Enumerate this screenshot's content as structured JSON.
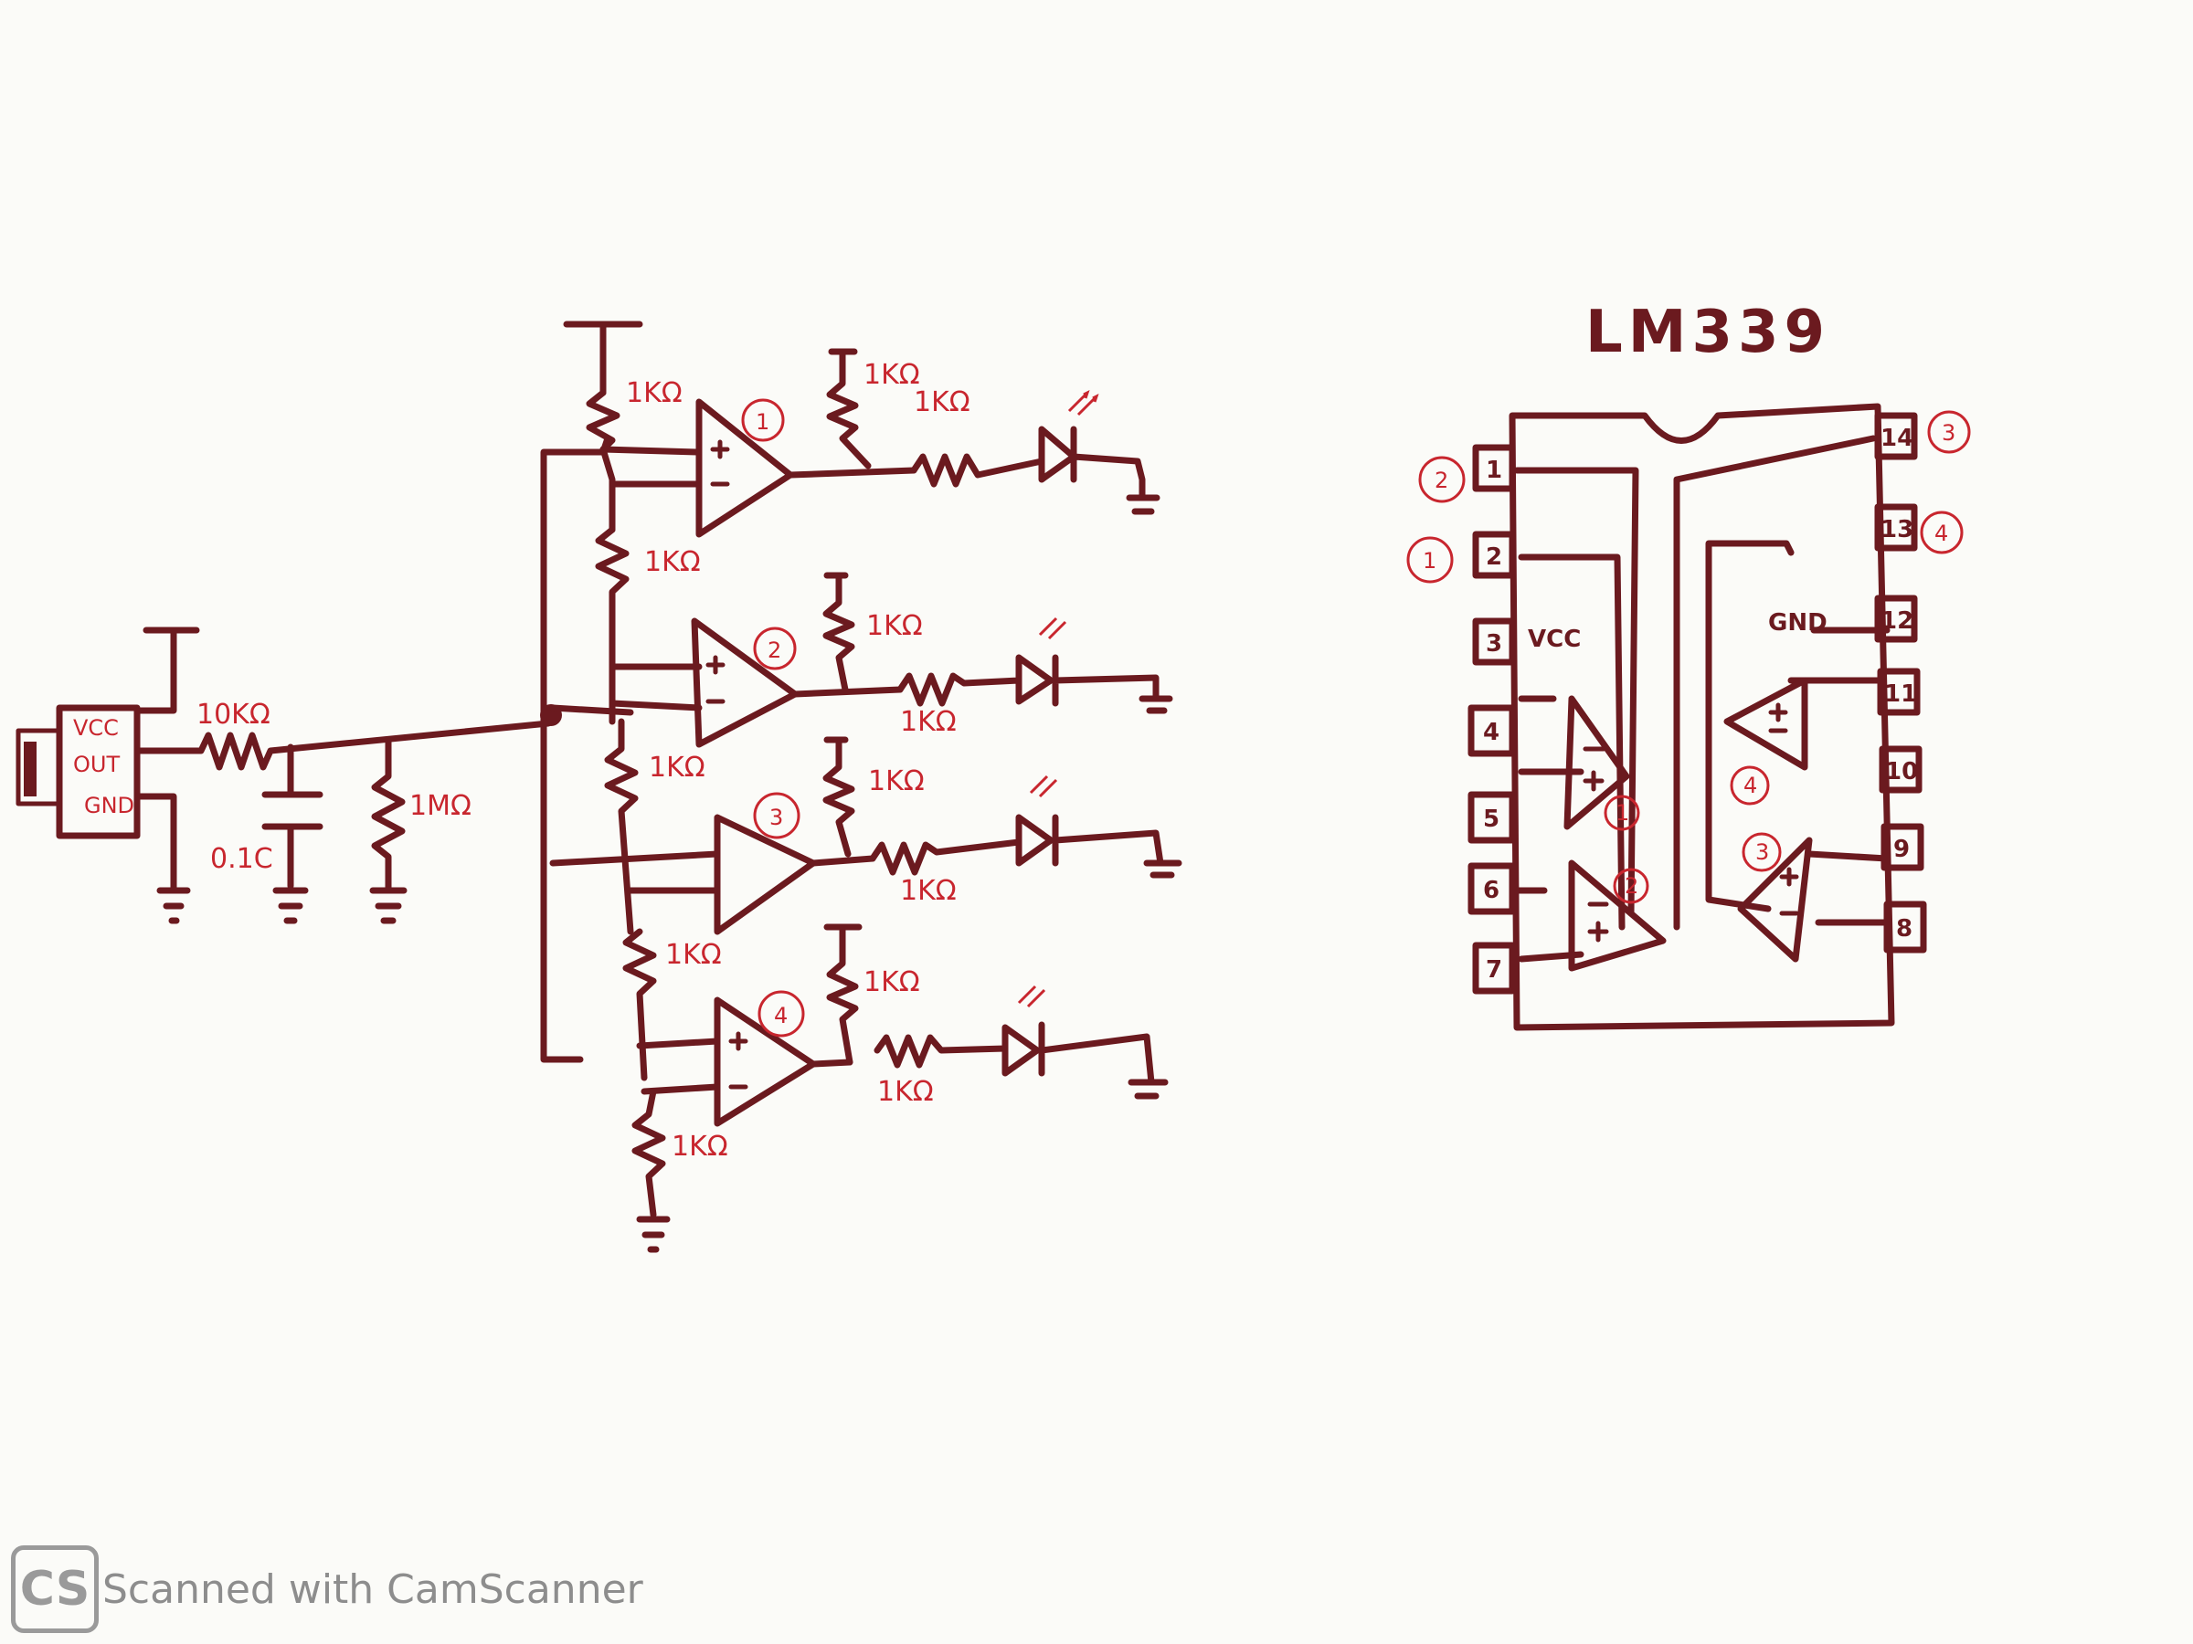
{
  "diagram": {
    "chip_title": "LM339",
    "sensor_labels": [
      "VCC",
      "OUT",
      "GND"
    ],
    "input_resistor": "10KΩ",
    "capacitor": "0.1C",
    "bias_resistor": "1MΩ",
    "ladder_resistor": "1KΩ",
    "pullup_resistor": "1KΩ",
    "led_resistor": "1KΩ",
    "comparator_numbers": [
      "1",
      "2",
      "3",
      "4"
    ],
    "chip_supply_label": "VCC",
    "chip_ground_label": "GND",
    "left_pins": [
      "1",
      "2",
      "3",
      "4",
      "5",
      "6",
      "7"
    ],
    "right_pins": [
      "14",
      "13",
      "12",
      "11",
      "10",
      "9",
      "8"
    ],
    "pin_callouts": {
      "pin1": "2",
      "pin2": "1",
      "pin14": "3",
      "pin13": "4"
    },
    "chip_comparator_numbers": [
      "1",
      "2",
      "3",
      "4"
    ]
  },
  "watermark": {
    "logo": "CS",
    "text": "Scanned with CamScanner"
  }
}
